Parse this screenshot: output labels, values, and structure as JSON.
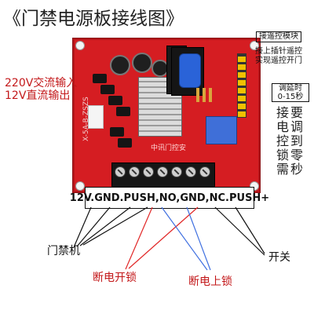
{
  "title": "《门禁电源板接线图》",
  "left_text": {
    "line1": "220V交流输入",
    "line2": "12V直流输出"
  },
  "remote_text": {
    "box": "接遥控模块",
    "line1": "接上插针遥控",
    "line2": "实现遥控开门"
  },
  "delay_box": {
    "line1": "调延时",
    "line2": "0-15秒"
  },
  "right_vertical": {
    "col1": [
      "接",
      "电",
      "控",
      "锁",
      "需"
    ],
    "col2": [
      "要",
      "调",
      "到",
      "零",
      "秒"
    ]
  },
  "terminal_labels": "12V.GND.PUSH,NO,GND,NC.PUSH+",
  "bottom_labels": {
    "door_machine": "门禁机",
    "power_unlock": "断电开锁",
    "power_lock": "断电上锁",
    "switch": "开关"
  },
  "board_text": {
    "vertical": "X-5A-B-ZSZS",
    "company": "中讯门控安"
  },
  "colors": {
    "board": "#d51d22",
    "line_black": "#111111",
    "line_red": "#e12727",
    "line_blue": "#3f6fe0"
  }
}
